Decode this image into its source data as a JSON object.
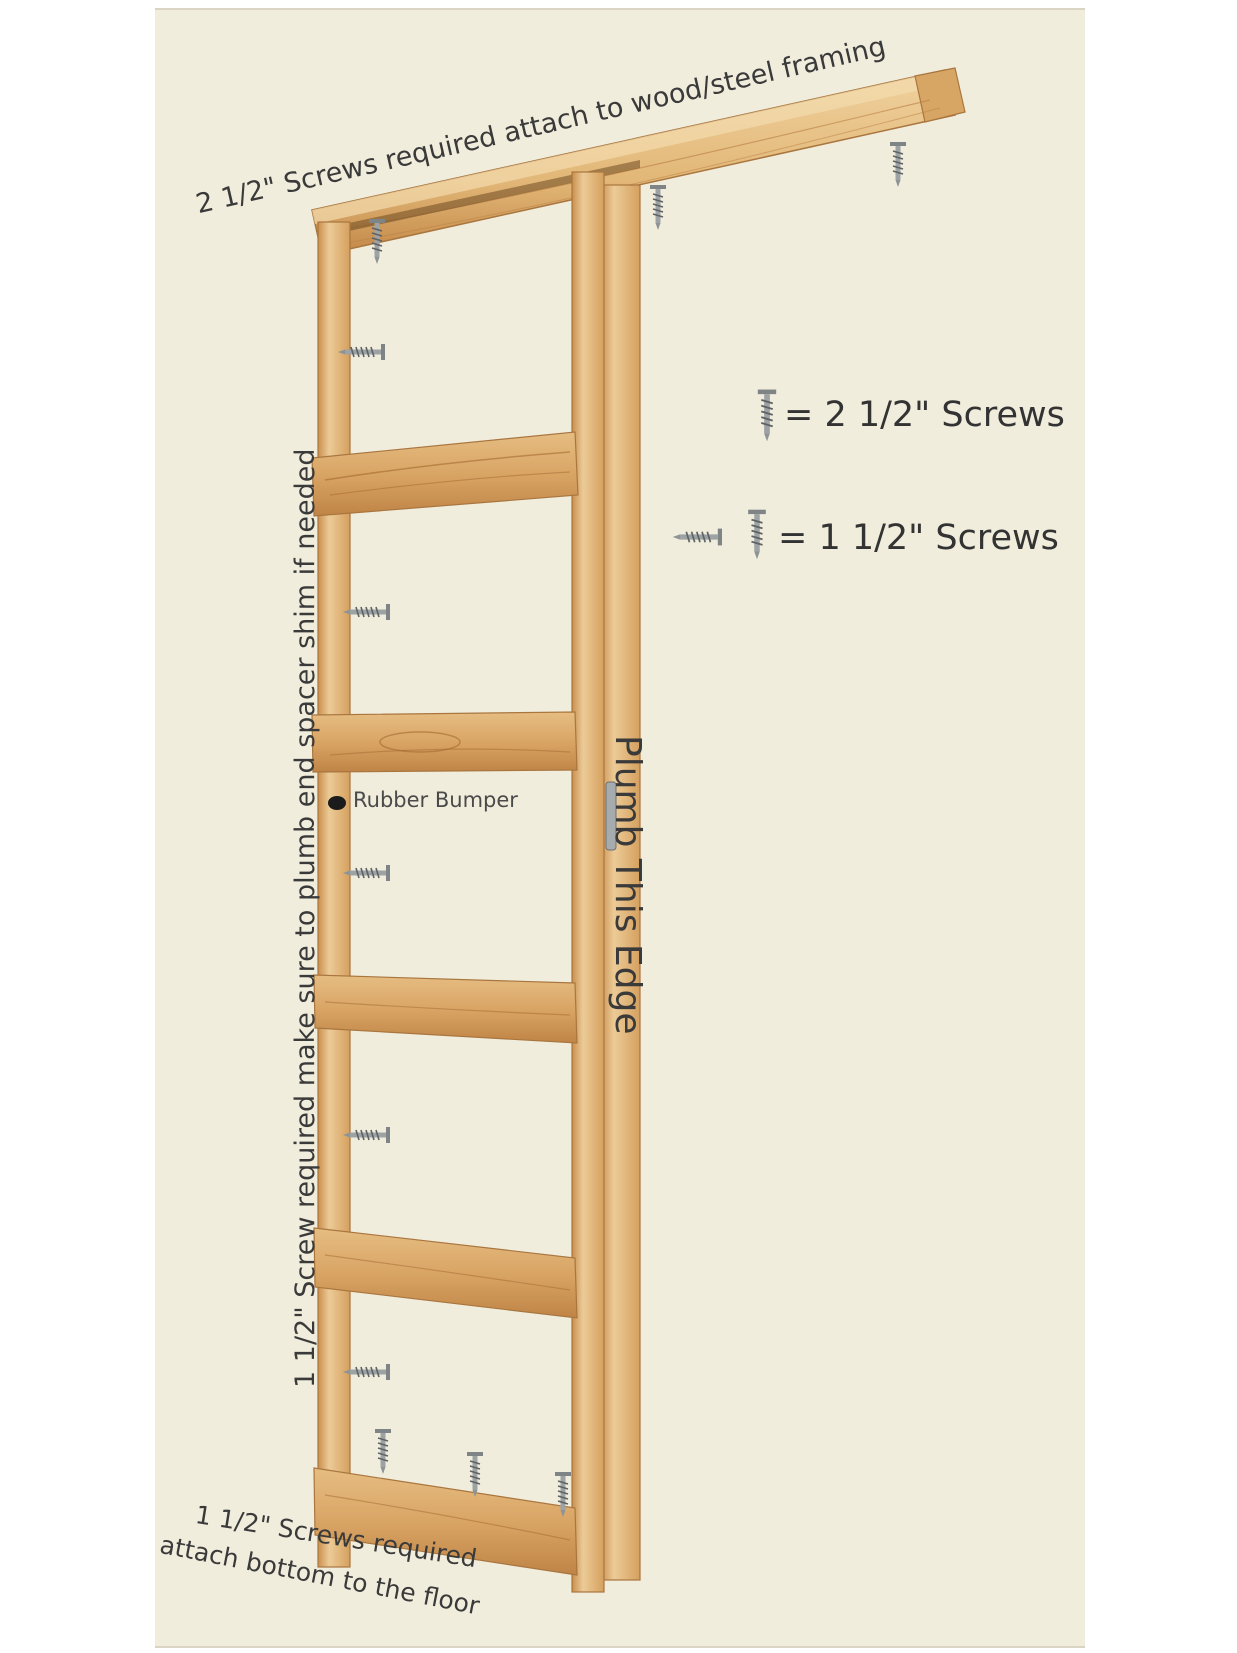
{
  "labels": {
    "top_header_note": "2 1/2\" Screws required attach to wood/steel framing",
    "left_side_note": "1 1/2\" Screw required make sure to plumb end spacer shim if needed",
    "plumb_edge": "Plumb This Edge",
    "rubber_bumper": "Rubber Bumper",
    "bottom_note_line1": "1 1/2\" Screws required",
    "bottom_note_line2": "attach bottom to the floor"
  },
  "legend": {
    "long_screw": "= 2 1/2\" Screws",
    "short_screw": "= 1 1/2\" Screws"
  },
  "colors": {
    "background": "#f1eddc",
    "wood_light": "#e9c48e",
    "wood_mid": "#d7a462",
    "wood_dark": "#b37a3f",
    "screw": "#8e9396"
  },
  "icons": {
    "long_screw": "screw-icon",
    "short_screw": "screw-icon"
  }
}
